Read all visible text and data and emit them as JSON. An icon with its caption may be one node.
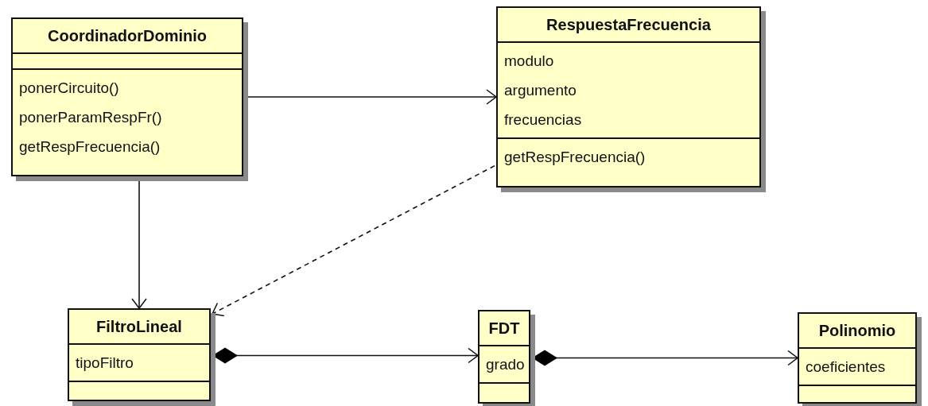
{
  "diagram": {
    "nodes": [
      {
        "text": [
          "CoordinadorDominio",
          "ponerCircuito()",
          "ponerParamRespFr()",
          "getRespFrecuencia()"
        ]
      },
      {
        "text": [
          "RespuestaFrecuencia",
          "modulo",
          "argumento",
          "frecuencias",
          "getRespFrecuencia()"
        ]
      },
      {
        "text": [
          "FiltroLineal",
          "tipoFiltro"
        ]
      },
      {
        "text": [
          "FDT",
          "grado"
        ]
      },
      {
        "text": [
          "Polinomio",
          "coeficientes"
        ]
      }
    ],
    "edges": [
      {
        "from": 0,
        "to": 1,
        "arrow": "to"
      },
      {
        "from": 0,
        "to": 2,
        "arrow": "to"
      },
      {
        "from": 1,
        "to": 2,
        "arrow": "to",
        "style": "dashed"
      },
      {
        "from": 2,
        "to": 3,
        "arrow": "to"
      },
      {
        "from": 3,
        "to": 4,
        "arrow": "to"
      }
    ]
  }
}
